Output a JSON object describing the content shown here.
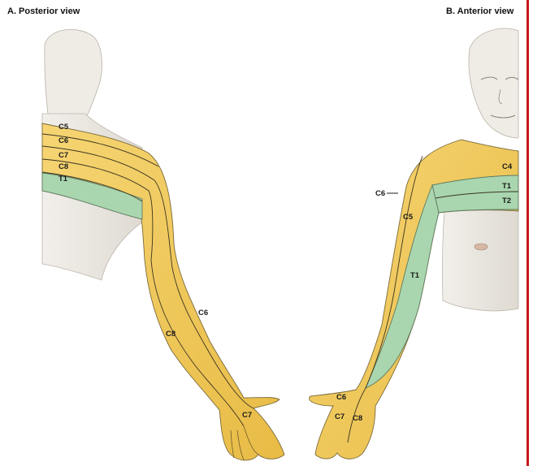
{
  "titles": {
    "posterior": "A. Posterior view",
    "anterior": "B. Anterior view"
  },
  "posterior_labels": {
    "c5": "C5",
    "c6": "C6",
    "c7": "C7",
    "c8": "C8",
    "t1": "T1",
    "c6_forearm": "C6",
    "c8_forearm": "C8",
    "c7_hand": "C7"
  },
  "anterior_labels": {
    "c4": "C4",
    "t1_chest": "T1",
    "t2_chest": "T2",
    "c6_pointer": "C6",
    "c5": "C5",
    "t1_arm": "T1",
    "c6_wrist": "C6",
    "c7_hand": "C7",
    "c8_hand": "C8"
  },
  "colors": {
    "dermatome_yellow": "#f1c95a",
    "dermatome_green": "#a9d6ae",
    "skin_shade": "#ebe7e0",
    "accent_bar": "#c8161d"
  }
}
